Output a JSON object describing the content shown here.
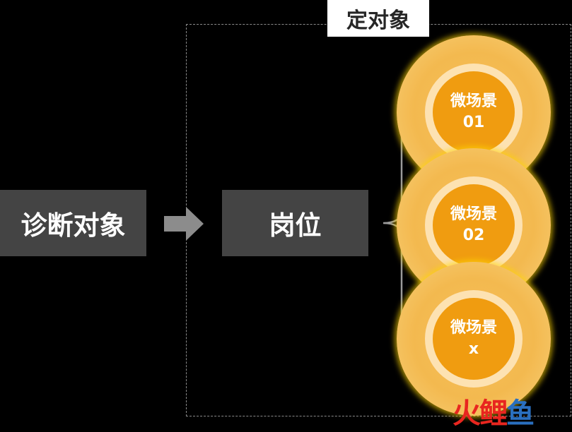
{
  "frame": {
    "title": "定对象"
  },
  "nodes": {
    "subject": "诊断对象",
    "post": "岗位"
  },
  "scenes": [
    {
      "line1": "微场景",
      "line2": "01"
    },
    {
      "line1": "微场景",
      "line2": "02"
    },
    {
      "line1": "微场景",
      "line2": "x"
    }
  ],
  "watermark": {
    "c1": "火",
    "c2": "鲤",
    "c3": "鱼"
  },
  "colors": {
    "background": "#000000",
    "box_fill": "#444444",
    "scene_core": "#f09c10",
    "scene_outer": "#f3b94f",
    "scene_ring": "#fde2b2",
    "glow": "#ffd600",
    "frame_dash": "#8a8a8a"
  }
}
